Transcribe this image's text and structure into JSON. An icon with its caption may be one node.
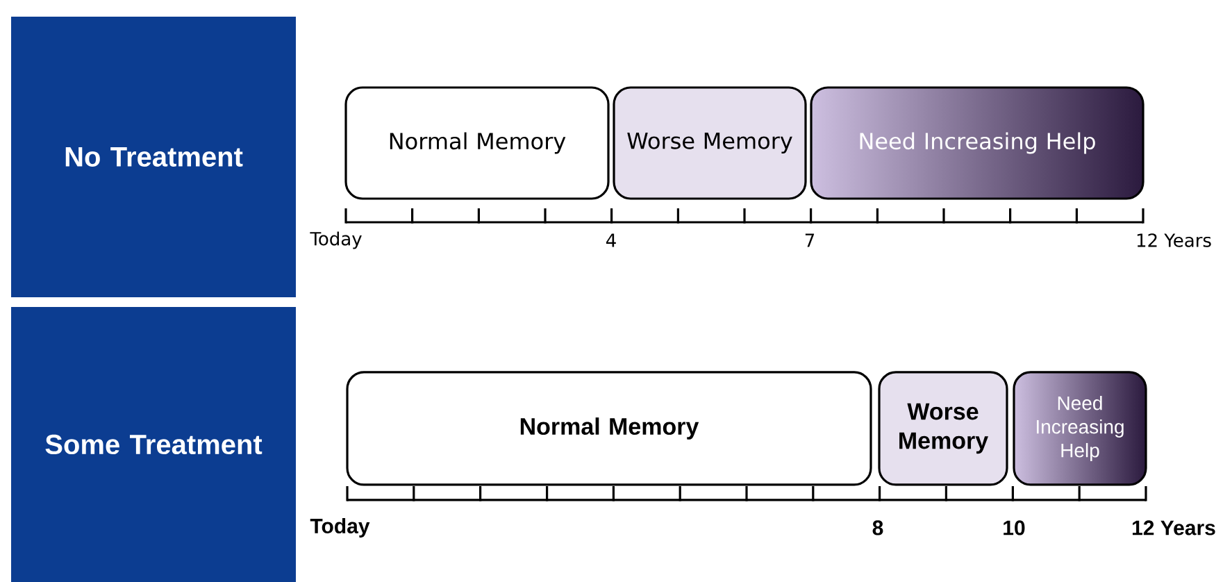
{
  "diagram": {
    "nodes": [
      {
        "text": [
          "No Treatment"
        ]
      },
      {
        "text": [
          "Normal Memory"
        ]
      },
      {
        "text": [
          "Worse Memory"
        ]
      },
      {
        "text": [
          "Need Increasing Help"
        ]
      },
      {
        "text": [
          "Some Treatment"
        ]
      },
      {
        "text": [
          "Normal Memory"
        ]
      },
      {
        "text": [
          "Worse Memory"
        ]
      },
      {
        "text": [
          "Need Increasing Help"
        ]
      }
    ],
    "labels": [
      "Today",
      "4",
      "7",
      "12 Years",
      "Today",
      "8",
      "10",
      "12 Years"
    ]
  }
}
